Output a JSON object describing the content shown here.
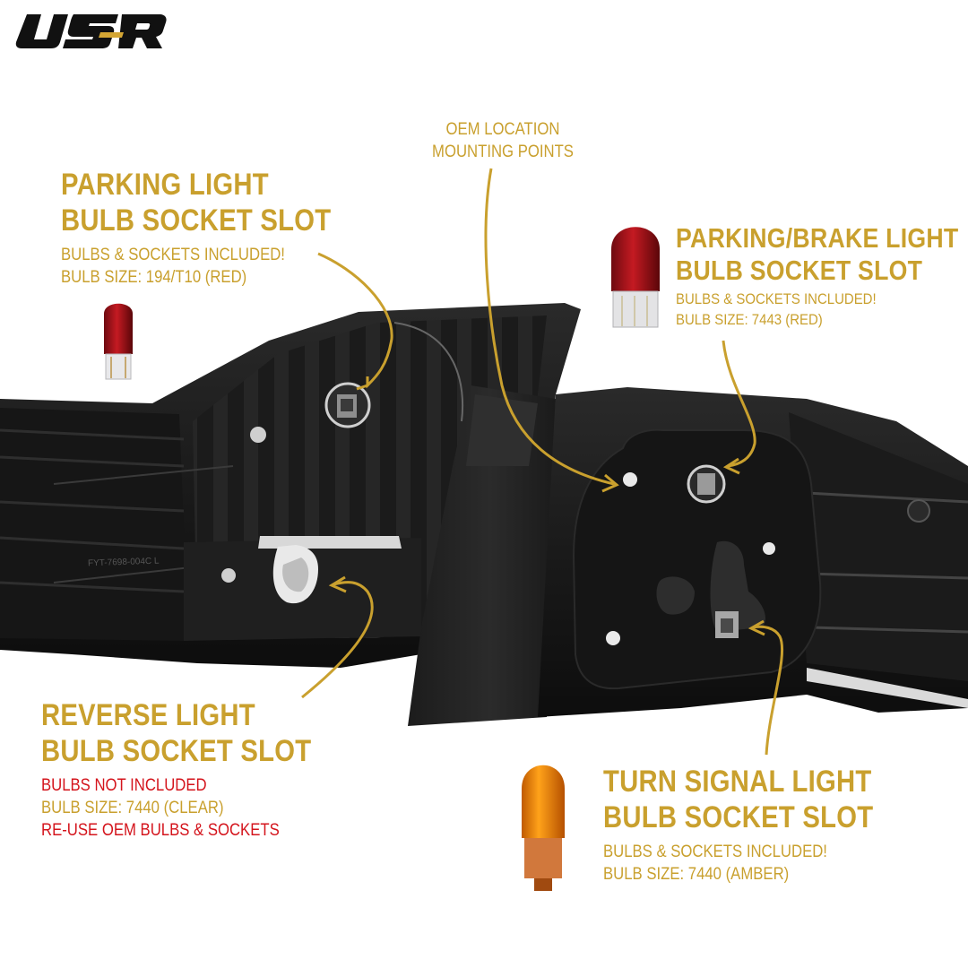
{
  "brand": {
    "logo_text": "USR",
    "accent_color": "#c9a02e",
    "warning_color": "#d4141c"
  },
  "labels": {
    "oem_mounting": {
      "line1": "OEM LOCATION",
      "line2": "MOUNTING POINTS"
    },
    "parking_light": {
      "title_line1": "PARKING LIGHT",
      "title_line2": "BULB SOCKET SLOT",
      "note1": "BULBS & SOCKETS INCLUDED!",
      "note2": "BULB SIZE: 194/T10 (RED)"
    },
    "parking_brake_light": {
      "title_line1": "PARKING/BRAKE LIGHT",
      "title_line2": "BULB SOCKET SLOT",
      "note1": "BULBS & SOCKETS INCLUDED!",
      "note2": "BULB SIZE: 7443 (RED)"
    },
    "reverse_light": {
      "title_line1": "REVERSE LIGHT",
      "title_line2": "BULB SOCKET SLOT",
      "note1": "BULBS NOT INCLUDED",
      "note2": "BULB SIZE:  7440 (CLEAR)",
      "note3": "RE-USE OEM BULBS & SOCKETS"
    },
    "turn_signal_light": {
      "title_line1": "TURN SIGNAL LIGHT",
      "title_line2": "BULB SOCKET SLOT",
      "note1": "BULBS & SOCKETS INCLUDED!",
      "note2": "BULB SIZE: 7440 (AMBER)"
    }
  },
  "housing": {
    "part_number_left": "FYT-7698-004C L"
  }
}
